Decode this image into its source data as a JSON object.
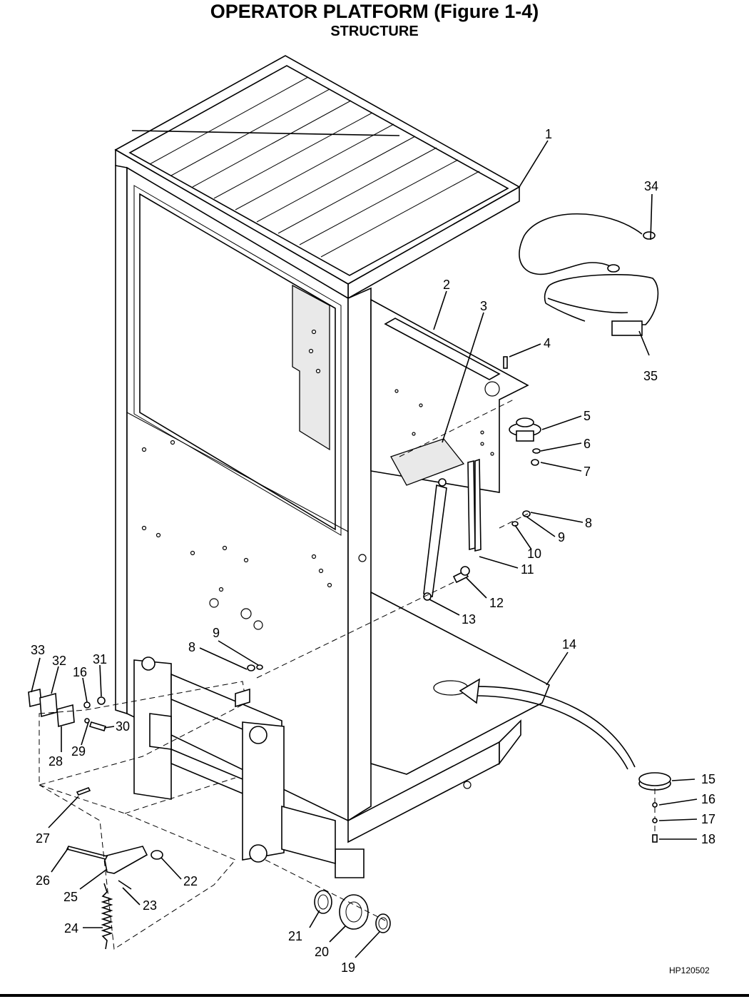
{
  "header": {
    "title": "OPERATOR PLATFORM (Figure 1-4)",
    "subtitle": "STRUCTURE"
  },
  "footer": {
    "doc_id": "HP120502"
  },
  "callouts": [
    "1",
    "2",
    "3",
    "4",
    "5",
    "6",
    "7",
    "8",
    "9",
    "10",
    "11",
    "12",
    "13",
    "14",
    "15",
    "16",
    "17",
    "18",
    "19",
    "20",
    "21",
    "22",
    "23",
    "24",
    "25",
    "26",
    "27",
    "28",
    "29",
    "30",
    "31",
    "32",
    "33",
    "34",
    "35"
  ],
  "callout_8b": "8",
  "callout_9b": "9",
  "callout_16b": "16"
}
